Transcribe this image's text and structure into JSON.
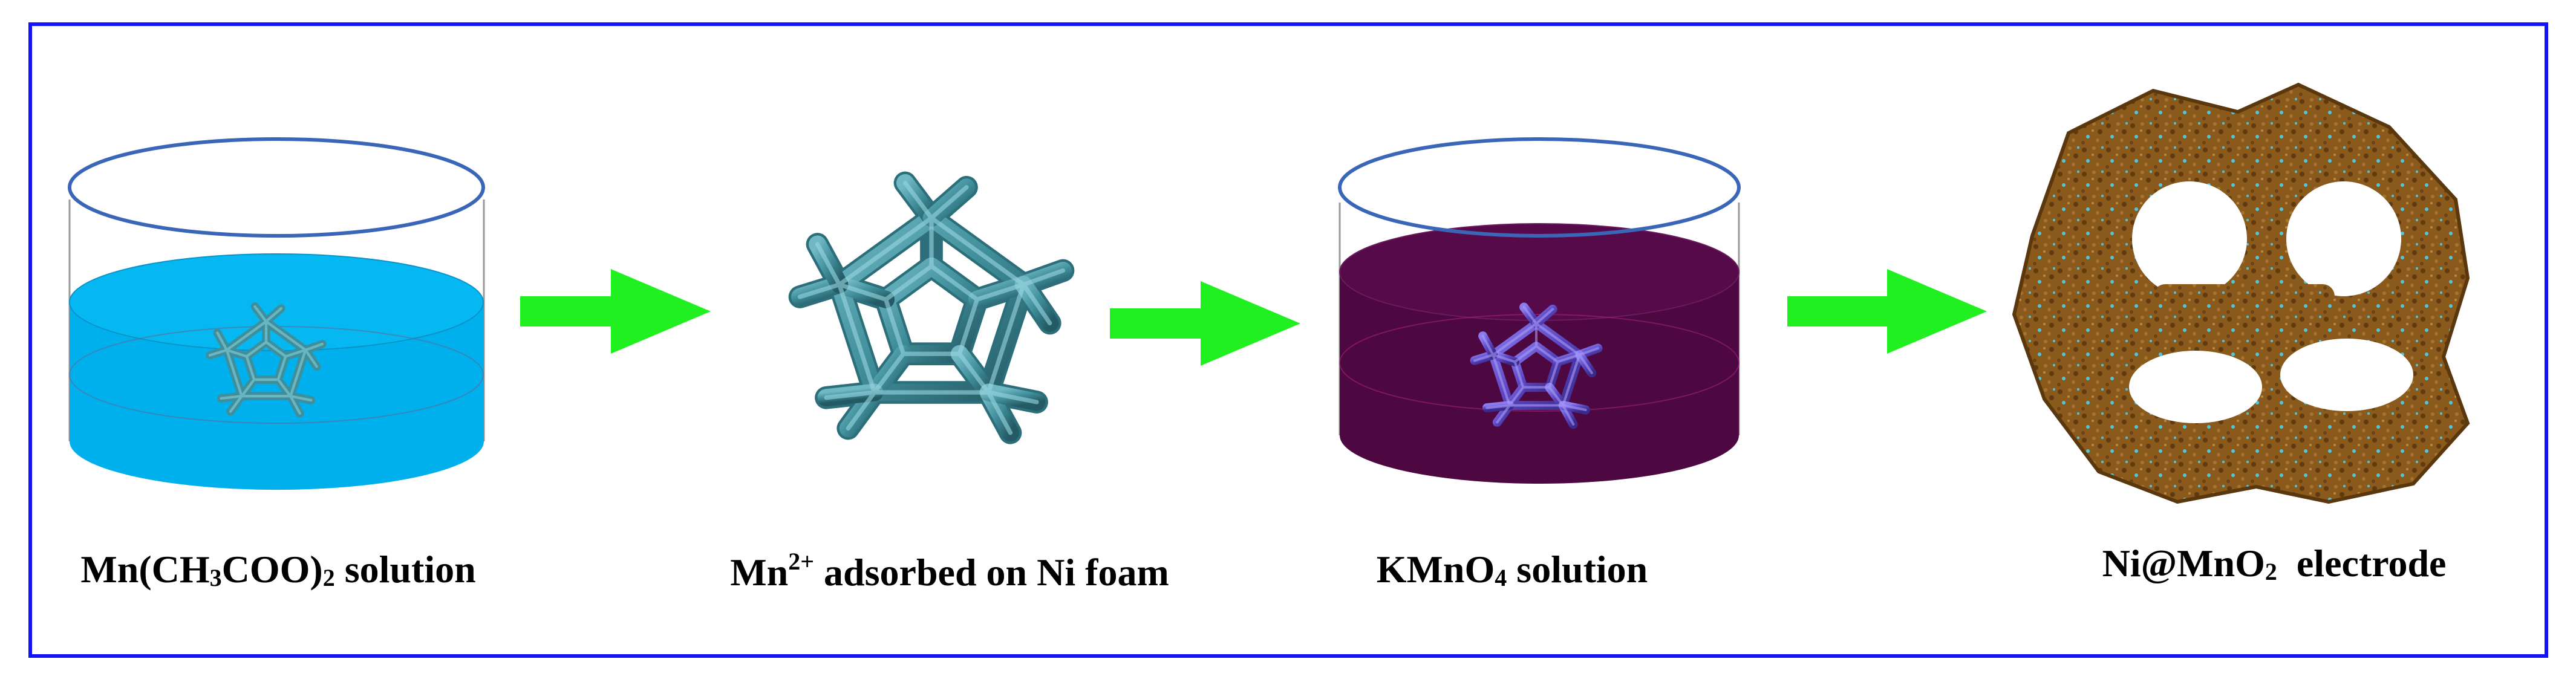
{
  "steps": [
    {
      "label_main": "Mn(CH",
      "label_sub1": "3",
      "label_mid": "COO)",
      "label_sub2": "2",
      "label_tail": " solution",
      "solution_color": "#00b0ec",
      "foam_color": "#3f8e9a"
    },
    {
      "label_main": "Mn",
      "label_sup": "2+",
      "label_tail": " adsorbed on Ni foam",
      "foam_color": "#3f8e9a"
    },
    {
      "label_main": "KMnO",
      "label_sub1": "4",
      "label_tail": " solution",
      "solution_color": "#4d0741",
      "foam_color": "#5b47c2"
    },
    {
      "label_main": "Ni@MnO",
      "label_sub1": "2",
      "label_tail": "  electrode",
      "electrode_color": "#8a5a1c",
      "dot_color": "#4fc7e3"
    }
  ],
  "colors": {
    "frame": "#1212ff",
    "arrow": "#20f020",
    "beaker_rim": "#3a66b8"
  },
  "icons": [
    "beaker-icon",
    "ni-foam-icon",
    "right-arrow-icon",
    "electrode-foam-icon"
  ]
}
